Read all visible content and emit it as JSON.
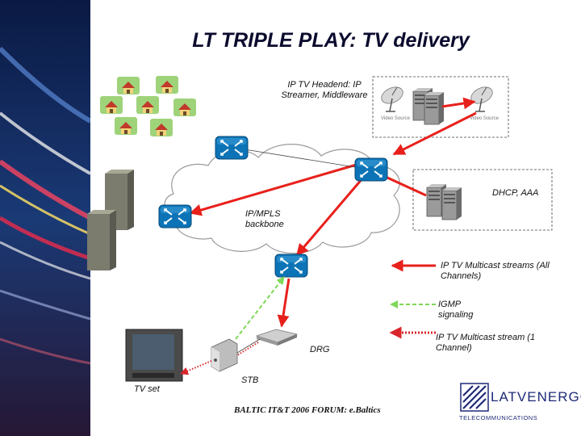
{
  "title": "LT TRIPLE PLAY: TV delivery",
  "labels": {
    "headend": "IP TV Headend: IP Streamer, Middleware",
    "video_source_1": "Video Source",
    "video_source_2": "Video Source",
    "dhcp": "DHCP, AAA",
    "backbone": "IP/MPLS backbone",
    "drg": "DRG",
    "stb": "STB",
    "tv_set": "TV set"
  },
  "legend": [
    {
      "label": "IP TV Multicast streams (All Channels)",
      "style": "solid",
      "color": "#e8201b"
    },
    {
      "label": "IGMP signaling",
      "style": "dashed",
      "color": "#7ed957"
    },
    {
      "label": "IP TV Multicast stream (1 Channel)",
      "style": "dotted",
      "color": "#d9262b"
    }
  ],
  "footer": "BALTIC IT&T 2006 FORUM: e.Baltics",
  "logo": {
    "name": "LATVENERGO",
    "subtitle": "TELECOMMUNICATIONS"
  },
  "colors": {
    "accent_red": "#e8201b",
    "router_blue": "#0c74b6",
    "green_dashed": "#7ed957",
    "brand_blue": "#1e2a78"
  }
}
